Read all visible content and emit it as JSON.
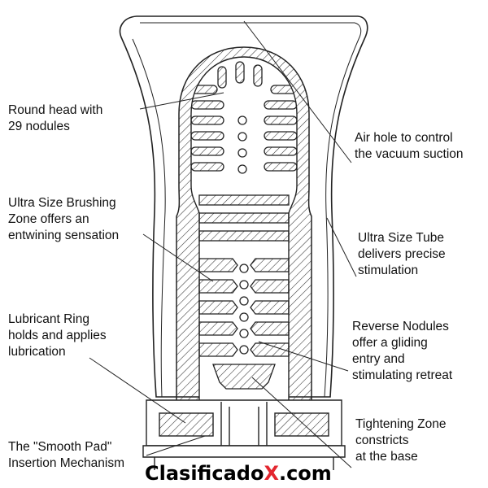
{
  "labels": {
    "round_head": [
      "Round head with",
      "29 nodules"
    ],
    "brushing_zone": [
      "Ultra Size Brushing",
      "Zone offers an",
      "entwining sensation"
    ],
    "lubricant_ring": [
      "Lubricant Ring",
      "holds and applies",
      "lubrication"
    ],
    "smooth_pad": [
      "The \"Smooth Pad\"",
      "Insertion Mechanism"
    ],
    "air_hole": [
      "Air hole to control",
      "the vacuum suction"
    ],
    "ultra_tube": [
      "Ultra Size Tube",
      "delivers precise",
      "stimulation"
    ],
    "reverse_nodules": [
      "Reverse Nodules",
      "offer a gliding",
      "entry and",
      "stimulating retreat"
    ],
    "tightening_zone": [
      "Tightening Zone",
      "constricts",
      "at the base"
    ]
  },
  "watermark": {
    "prefix": "Clasificado",
    "accent": "X",
    "suffix": ".com",
    "accent_color": "#e3262f"
  },
  "colors": {
    "line": "#222222",
    "text": "#111111"
  }
}
